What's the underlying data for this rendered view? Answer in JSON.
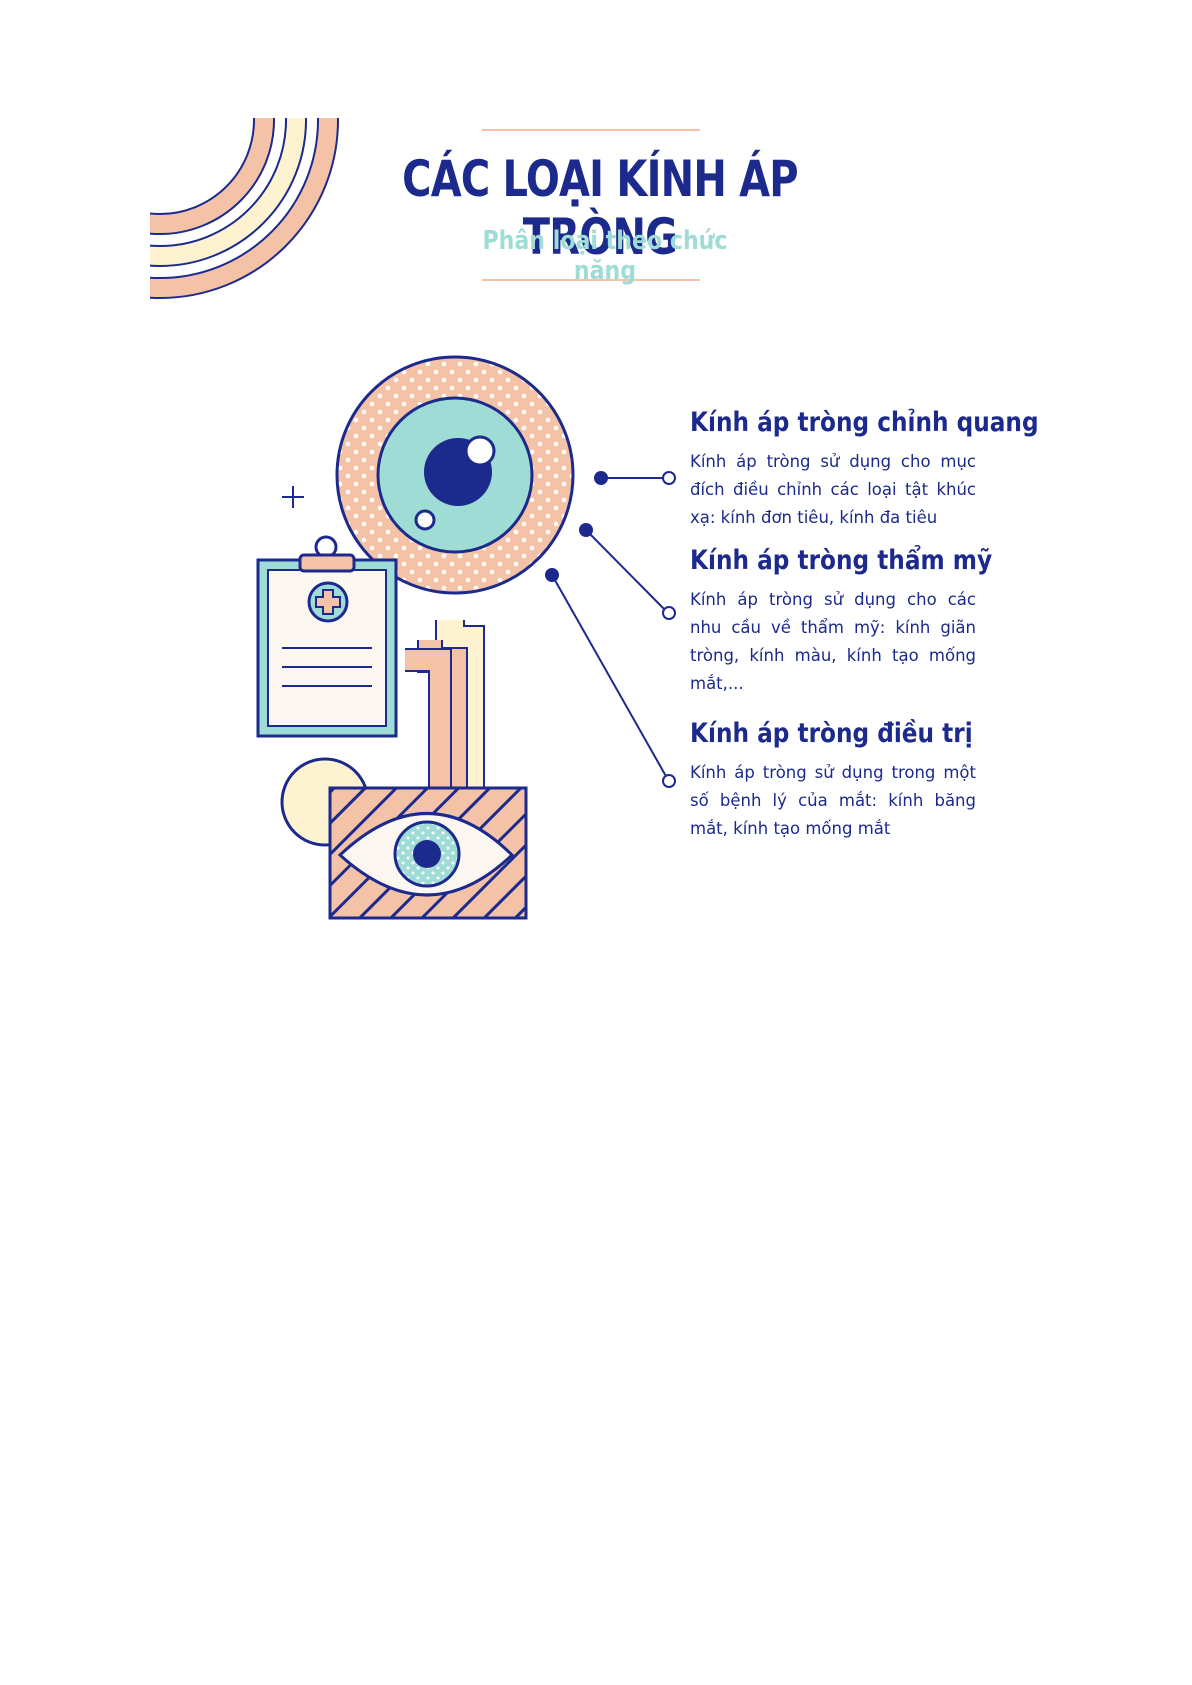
{
  "header": {
    "title": "CÁC LOẠI KÍNH ÁP TRÒNG",
    "subtitle": "Phân loại theo chức năng"
  },
  "items": [
    {
      "heading": "Kính áp tròng chỉnh quang",
      "text": "Kính áp tròng sử dụng cho mục đích điều chỉnh các loại tật khúc xạ: kính đơn tiêu, kính đa tiêu"
    },
    {
      "heading": "Kính áp tròng thẩm mỹ",
      "text": "Kính áp tròng sử dụng cho các nhu cầu về thẩm mỹ: kính giãn tròng, kính màu, kính tạo mống mắt,..."
    },
    {
      "heading": "Kính áp tròng điều trị",
      "text": "Kính áp tròng sử dụng trong một số bệnh lý của mắt: kính băng mắt, kính tạo mống mắt"
    }
  ],
  "colors": {
    "navy": "#1b2a8c",
    "peach": "#f4c3a7",
    "cream": "#fdf3d0",
    "teal": "#9fdcd5",
    "blue_outline": "#6aa9c8"
  }
}
